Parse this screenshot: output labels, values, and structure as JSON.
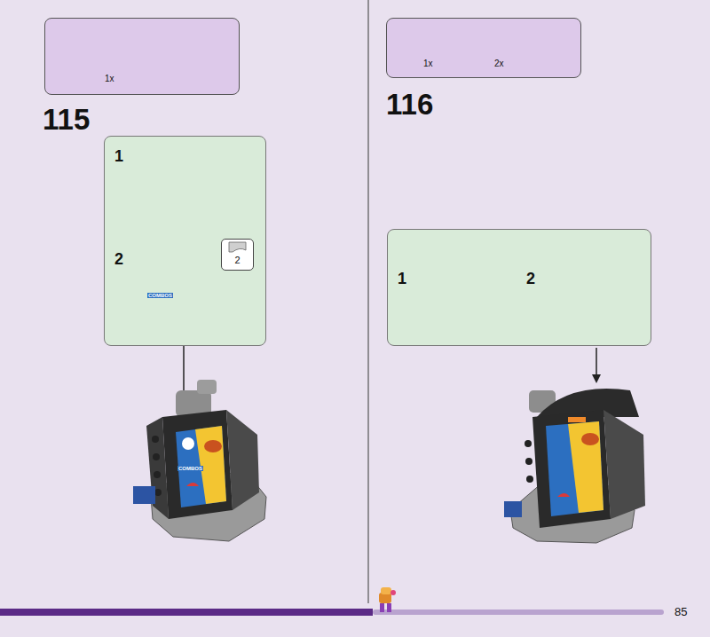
{
  "diagram": {
    "nodes": [
      {
        "text": [
          "1x"
        ]
      },
      {
        "text": [
          "1",
          "2"
        ]
      },
      {
        "text": [
          "2"
        ],
        "in": 1
      },
      {
        "text": [
          "1x",
          "2x"
        ]
      },
      {
        "text": [
          "1",
          "2"
        ]
      }
    ],
    "labels": [
      "115",
      "116",
      "COMBOS",
      "COMBOS",
      "85"
    ]
  }
}
